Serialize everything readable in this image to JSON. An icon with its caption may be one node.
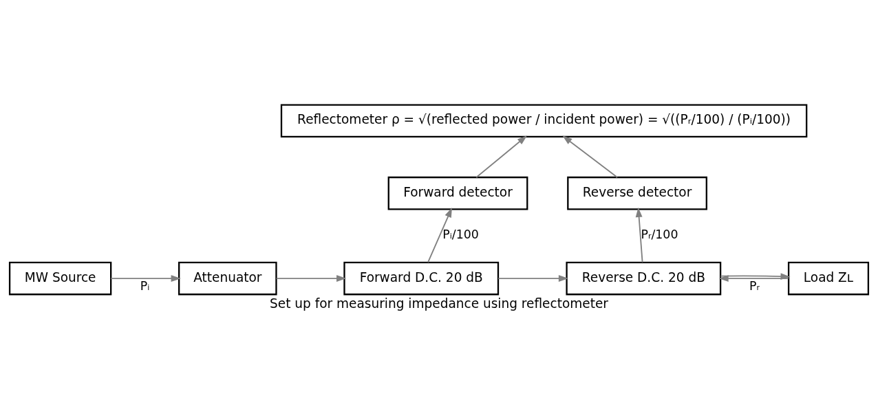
{
  "diagram": {
    "caption": "Set up for measuring impedance using reflectometer",
    "nodes": [
      {
        "text": [
          "Reflectometer ρ = √(reflected power / incident power) = √((Pᵣ/100) / (Pᵢ/100))"
        ]
      },
      {
        "text": [
          "Forward detector"
        ]
      },
      {
        "text": [
          "Reverse detector"
        ]
      },
      {
        "text": [
          "MW Source"
        ]
      },
      {
        "text": [
          "Attenuator"
        ]
      },
      {
        "text": [
          "Forward D.C. 20 dB"
        ]
      },
      {
        "text": [
          "Reverse D.C. 20 dB"
        ]
      },
      {
        "text": [
          "Load Zʟ"
        ]
      }
    ],
    "edges": [
      {
        "from": 3,
        "to": 4,
        "arrow": "to",
        "label": "Pᵢ"
      },
      {
        "from": 4,
        "to": 5,
        "arrow": "to"
      },
      {
        "from": 5,
        "to": 6,
        "arrow": "to"
      },
      {
        "from": 6,
        "to": 7,
        "arrow": "to"
      },
      {
        "from": 7,
        "to": 6,
        "arrow": "to",
        "label": "Pᵣ"
      },
      {
        "from": 5,
        "to": 1,
        "arrow": "to",
        "label": "Pᵢ/100"
      },
      {
        "from": 6,
        "to": 2,
        "arrow": "to",
        "label": "Pᵣ/100"
      },
      {
        "from": 1,
        "to": 0,
        "arrow": "to"
      },
      {
        "from": 2,
        "to": 0,
        "arrow": "to"
      }
    ]
  }
}
